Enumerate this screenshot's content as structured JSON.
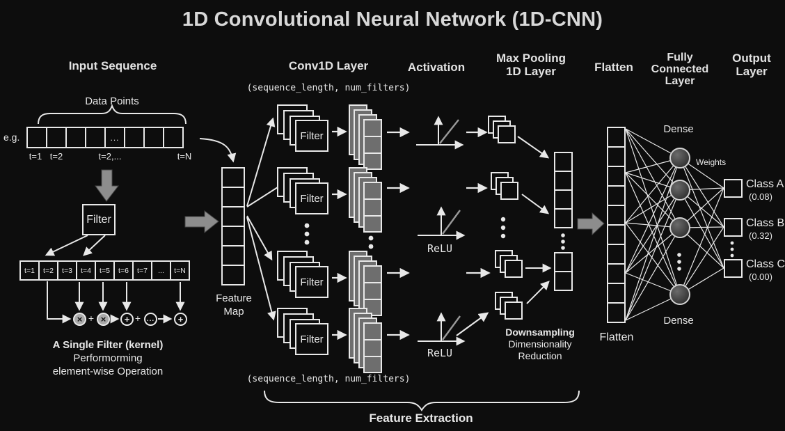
{
  "title": "1D Convolutional Neural Network (1D-CNN)",
  "headers": {
    "input_sequence": "Input Sequence",
    "conv1d": "Conv1D Layer",
    "activation": "Activation",
    "max_pooling": [
      "Max Pooling",
      "1D Layer"
    ],
    "flatten": "Flatten",
    "fully_connected": [
      "Fully",
      "Connected",
      "Layer"
    ],
    "output": [
      "Output",
      "Layer"
    ]
  },
  "input_sequence": {
    "brace_label": "Data Points",
    "example_prefix": "e.g.",
    "ellipsis_cell": "...",
    "tick_labels": [
      "t=1",
      "t=2",
      "t=2,...",
      "t=N"
    ]
  },
  "single_filter": {
    "filter_box_label": "Filter",
    "kernel_cells": [
      "t=1",
      "t=2",
      "t=3",
      "t=4",
      "t=5",
      "t=6",
      "t=7",
      "...",
      "t=N"
    ],
    "op_circles": [
      "×",
      "×",
      "+",
      "...",
      "+"
    ],
    "op_plus_signs": [
      "+",
      "+"
    ],
    "caption": [
      "A Single Filter (kernel)",
      "Performorming",
      "element-wise Operation"
    ]
  },
  "feature_map": {
    "label_lines": [
      "Feature",
      "Map"
    ]
  },
  "conv1d": {
    "shape_note_top": "(sequence_length, num_filters)",
    "shape_note_bottom": "(sequence_length, num_filters)",
    "filter_card_label": "Filter"
  },
  "activation": {
    "relu_label_mid": "ReLU",
    "relu_label_bottom": "ReLU"
  },
  "max_pooling": {
    "note_lines": [
      "Downsampling",
      "Dimensionality",
      "Reduction"
    ]
  },
  "flatten_section": {
    "label": "Flatten"
  },
  "fully_connected": {
    "dense_label_top": "Dense",
    "dense_label_bottom": "Dense",
    "weights_label": "Weights"
  },
  "output_layer": {
    "classes": [
      {
        "name": "Class A",
        "prob": "(0.08)"
      },
      {
        "name": "Class B",
        "prob": "(0.32)"
      },
      {
        "name": "Class C",
        "prob": "(0.00)"
      }
    ]
  },
  "feature_extraction": {
    "brace_label": "Feature Extraction"
  },
  "colors": {
    "background": "#0d0d0d",
    "foreground": "#e8e8e8",
    "gray_accent": "#8d8d8d",
    "card_gray": "#6e6e6e",
    "neuron_gray": "#4a4a4a"
  }
}
